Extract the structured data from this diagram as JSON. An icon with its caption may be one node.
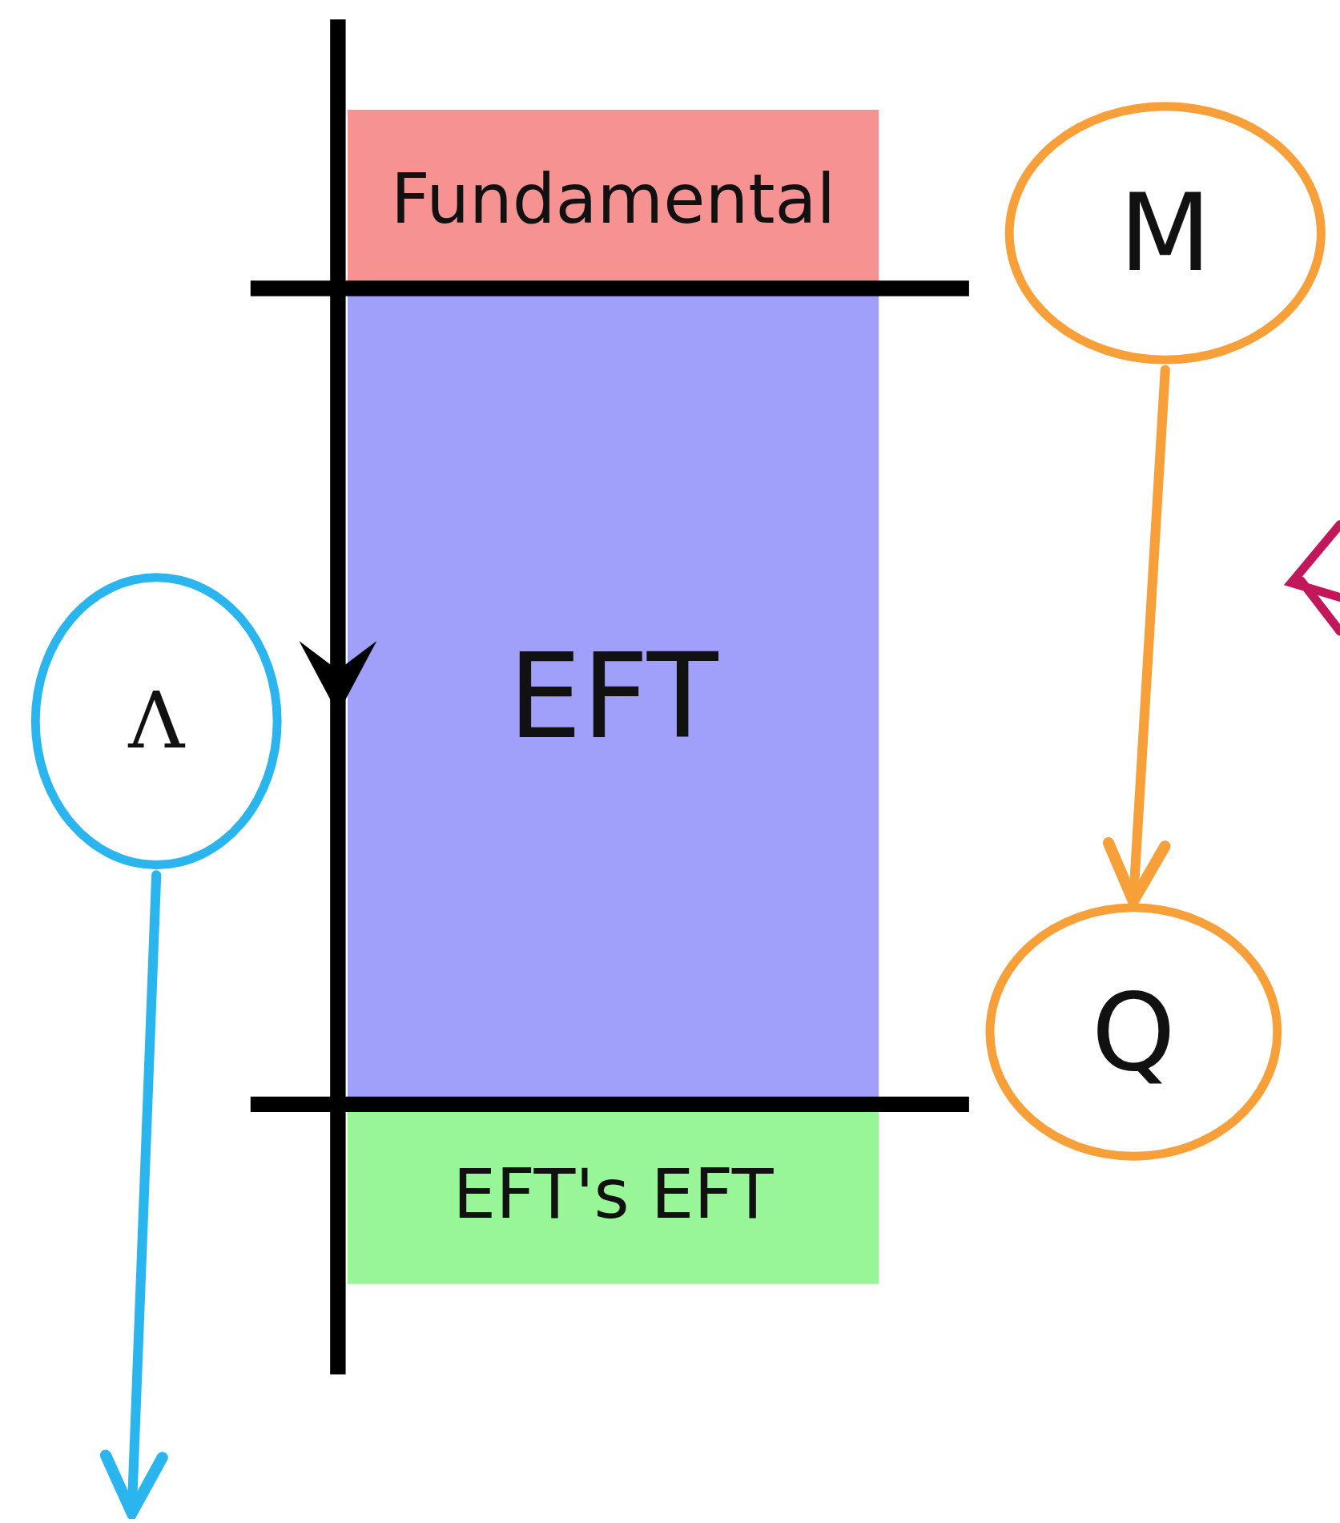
{
  "diagram": {
    "nodes": [
      {
        "text": [
          "Fundamental"
        ]
      },
      {
        "text": [
          "M"
        ]
      },
      {
        "text": [
          "EFT"
        ]
      },
      {
        "text": [
          "Λ"
        ]
      },
      {
        "text": [
          "Q"
        ]
      },
      {
        "text": [
          "EFT's EFT"
        ]
      }
    ],
    "edges": [
      {
        "from": 1,
        "to": 4,
        "arrow": "to",
        "color": "#f7a03a"
      },
      {
        "from": 3,
        "to": null,
        "arrow": "to",
        "color": "#2bb5ef"
      }
    ]
  }
}
